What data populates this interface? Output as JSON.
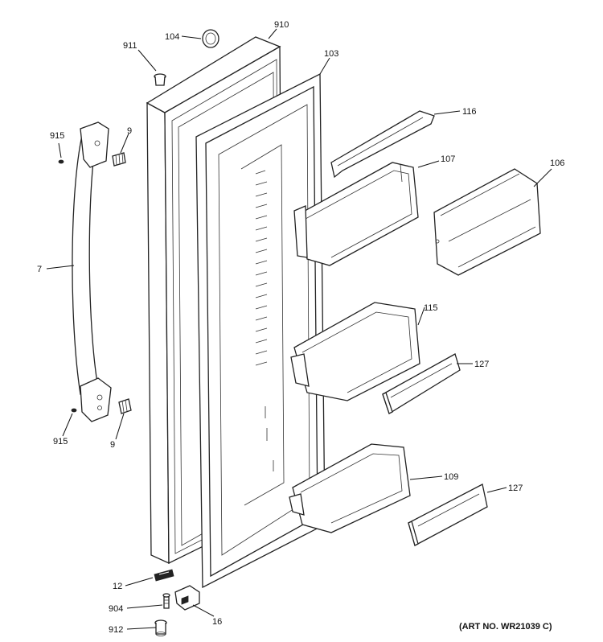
{
  "callouts": {
    "c911": "911",
    "c104": "104",
    "c910": "910",
    "c103": "103",
    "c116": "116",
    "c915a": "915",
    "c9a": "9",
    "c107": "107",
    "c106": "106",
    "c7": "7",
    "c115": "115",
    "c127a": "127",
    "c915b": "915",
    "c9b": "9",
    "c109": "109",
    "c127b": "127",
    "c12": "12",
    "c904": "904",
    "c16": "16",
    "c912": "912"
  },
  "art_number": "(ART NO. WR21039 C)"
}
